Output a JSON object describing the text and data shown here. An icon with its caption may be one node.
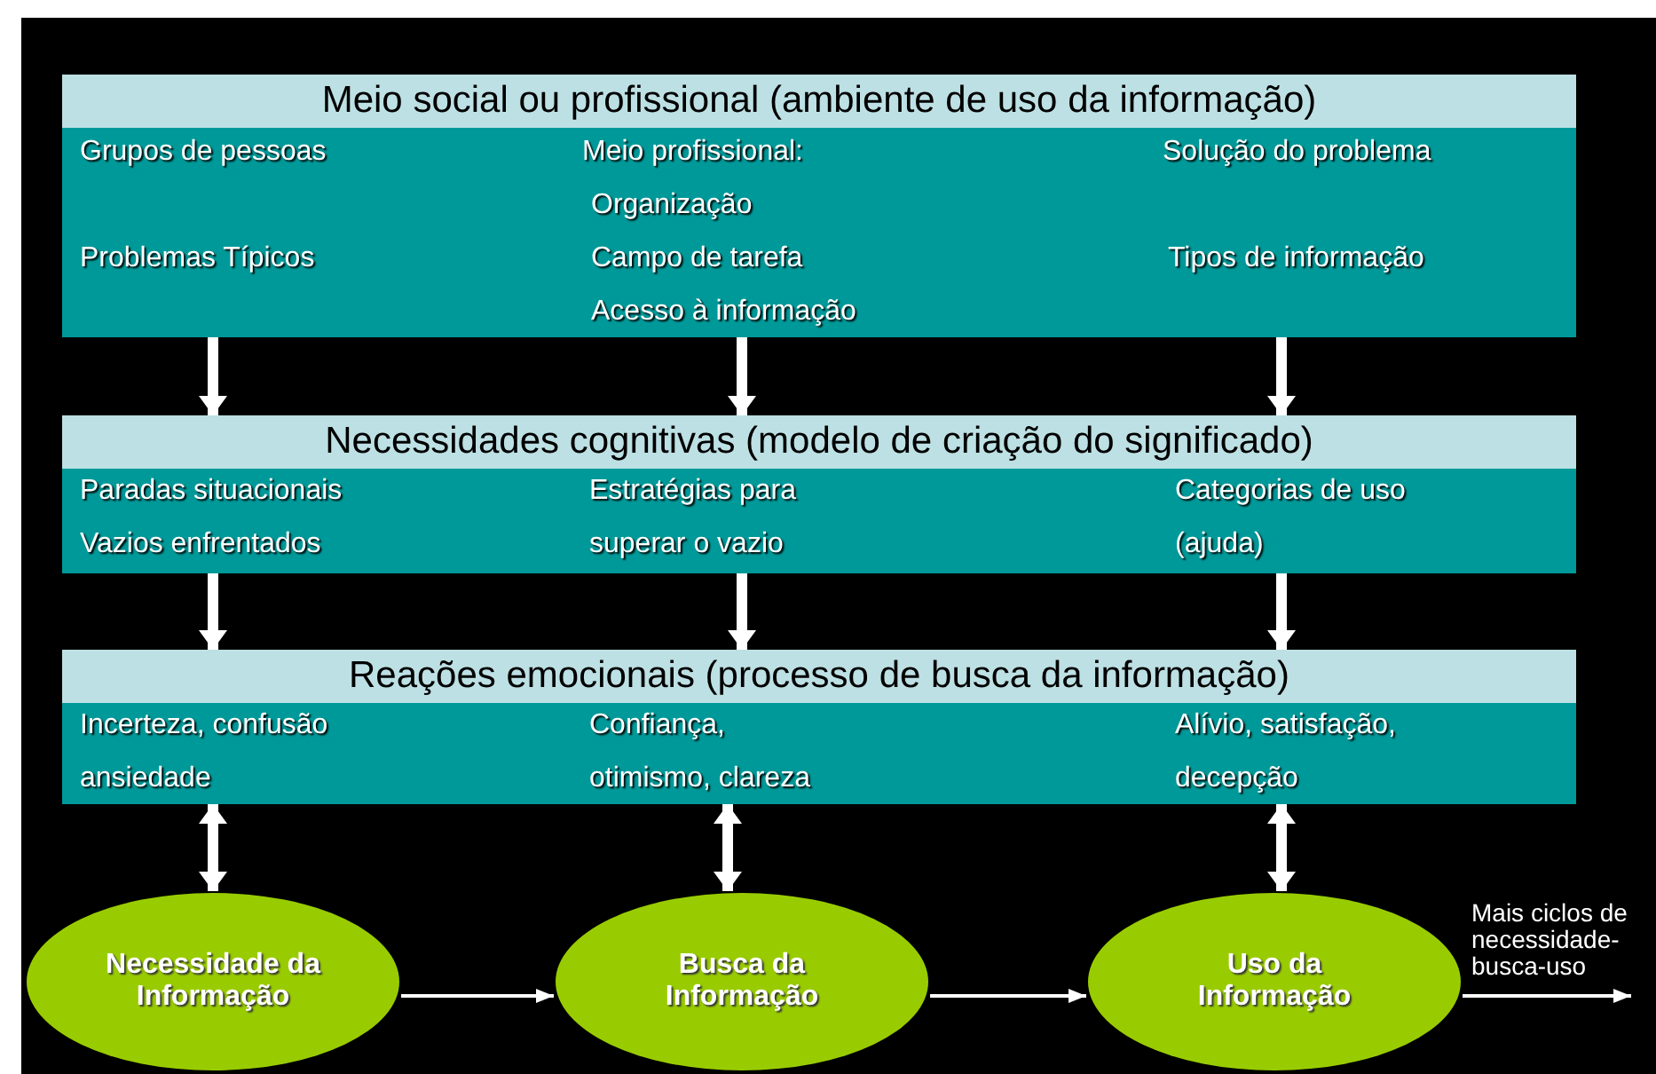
{
  "diagram": {
    "nodes": [
      {
        "text": [
          "Meio social ou profissional (ambiente de uso da informação)",
          "Grupos de pessoas",
          "Meio profissional:",
          "Solução do problema",
          "Organização",
          "Problemas Típicos",
          "Campo de tarefa",
          "Tipos de informação",
          "Acesso à informação"
        ]
      },
      {
        "text": [
          "Necessidades cognitivas (modelo de criação do significado)",
          "Paradas situacionais",
          "Vazios enfrentados",
          "Estratégias para superar o vazio",
          "Categorias de uso (ajuda)"
        ]
      },
      {
        "text": [
          "Reações emocionais (processo de busca da informação)",
          "Incerteza, confusão ansiedade",
          "Confiança, otimismo, clareza",
          "Alívio, satisfação, decepção"
        ]
      },
      {
        "text": [
          "Necessidade da Informação"
        ]
      },
      {
        "text": [
          "Busca da Informação"
        ]
      },
      {
        "text": [
          "Uso da Informação"
        ]
      }
    ],
    "edges": [
      {
        "from": 0,
        "to": 1,
        "arrow": "to"
      },
      {
        "from": 0,
        "to": 1,
        "arrow": "to"
      },
      {
        "from": 0,
        "to": 1,
        "arrow": "to"
      },
      {
        "from": 1,
        "to": 2,
        "arrow": "to"
      },
      {
        "from": 1,
        "to": 2,
        "arrow": "to"
      },
      {
        "from": 1,
        "to": 2,
        "arrow": "to"
      },
      {
        "from": 2,
        "to": 3,
        "arrow": "both"
      },
      {
        "from": 2,
        "to": 4,
        "arrow": "both"
      },
      {
        "from": 2,
        "to": 5,
        "arrow": "both"
      },
      {
        "from": 3,
        "to": 4,
        "arrow": "to"
      },
      {
        "from": 4,
        "to": 5,
        "arrow": "to"
      },
      {
        "from": 5,
        "to": null,
        "arrow": "to",
        "label": "Mais ciclos de necessidade-busca-uso"
      }
    ]
  }
}
